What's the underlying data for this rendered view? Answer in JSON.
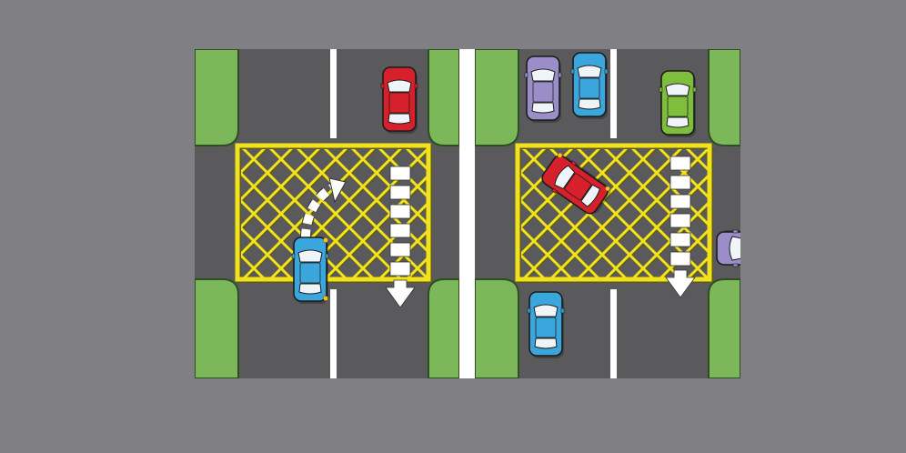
{
  "colors": {
    "background": "#808084",
    "road": "#5a5a5d",
    "grass": "#7cb85a",
    "grass_edge": "#2f4d22",
    "box_junction": "#f2e21c",
    "box_junction_shadow": "#5e5a1e",
    "lane_marking": "#ffffff",
    "divider": "#ffffff"
  },
  "panels": [
    {
      "id": "left",
      "cars": [
        {
          "name": "red-car",
          "color": "#d6202b"
        },
        {
          "name": "blue-car",
          "color": "#3aa6dc"
        }
      ],
      "arrows": [
        {
          "name": "straight-down-arrow",
          "direction": "down"
        },
        {
          "name": "right-turn-arrow",
          "direction": "turn-up-right"
        }
      ]
    },
    {
      "id": "right",
      "cars": [
        {
          "name": "purple-car",
          "color": "#9b8ec8"
        },
        {
          "name": "blue-car-top",
          "color": "#3aa6dc"
        },
        {
          "name": "green-car",
          "color": "#7fbe3c"
        },
        {
          "name": "red-car",
          "color": "#d6202b"
        },
        {
          "name": "blue-car-bottom",
          "color": "#3aa6dc"
        },
        {
          "name": "purple-car-edge",
          "color": "#9b8ec8"
        }
      ],
      "arrows": [
        {
          "name": "straight-down-arrow",
          "direction": "down"
        }
      ]
    }
  ]
}
